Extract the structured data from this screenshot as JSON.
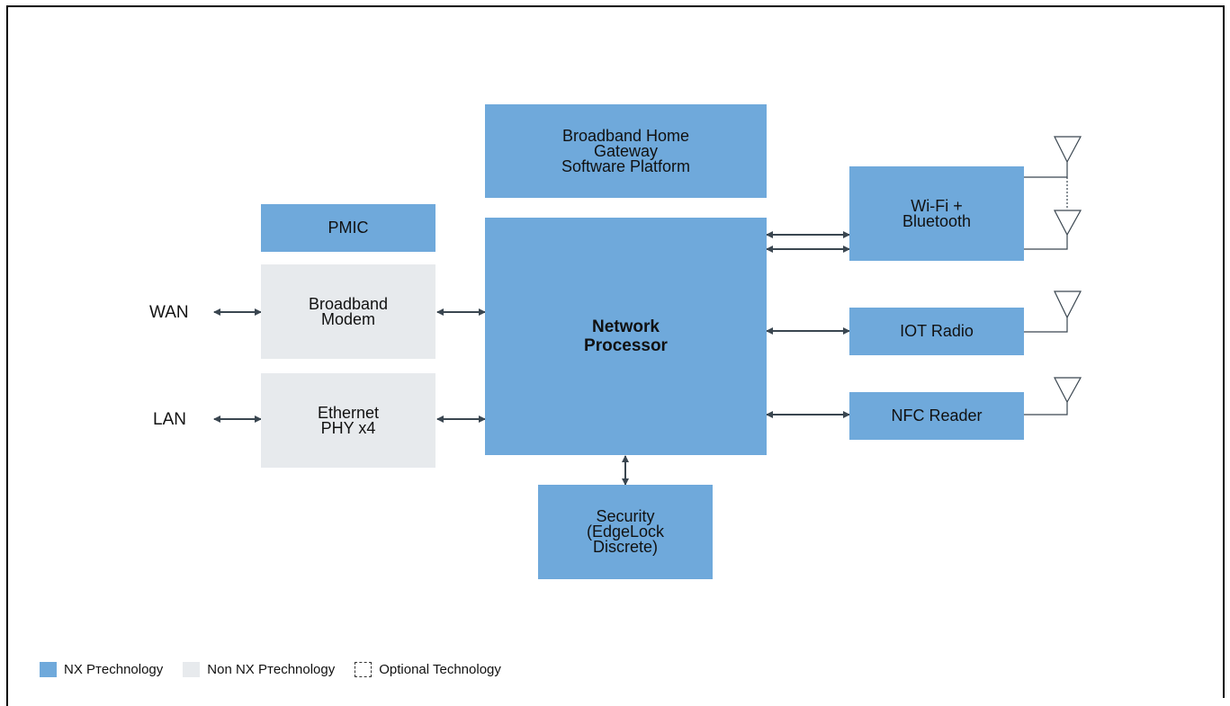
{
  "blocks": {
    "software_platform": "Broadband Home\nGateway\nSoftware Platform",
    "pmic": "PMIC",
    "broadband_modem": "Broadband\nModem",
    "ethernet_phy": "Ethernet\nPHY x4",
    "network_processor": "Network\nProcessor",
    "security": "Security\n(EdgeLock\nDiscrete)",
    "wifi_bluetooth": "Wi-Fi +\nBluetooth",
    "iot_radio": "IOT Radio",
    "nfc_reader": "NFC Reader"
  },
  "io": {
    "wan": "WAN",
    "lan": "LAN"
  },
  "legend": {
    "nx": "NX  Ртechnology",
    "non_nx": "Non NX  Ртechnology",
    "optional": "Optional Technology"
  },
  "colors": {
    "nx": "#6fa9db",
    "non_nx": "#e7eaed",
    "arrow": "#3a4650"
  }
}
